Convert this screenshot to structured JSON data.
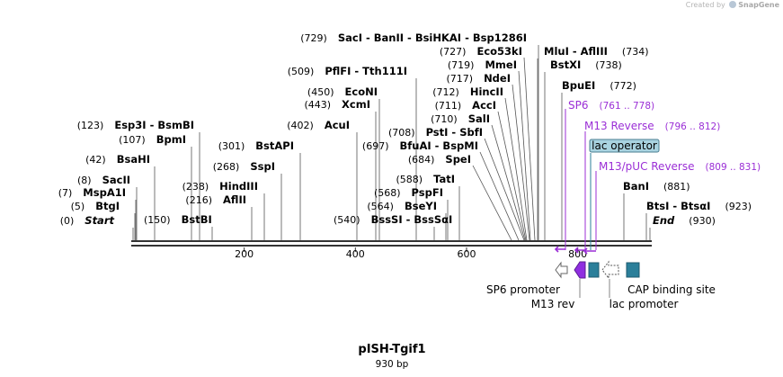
{
  "credit": {
    "prefix": "Created by",
    "brand": "SnapGene"
  },
  "plasmid": {
    "name": "pISH-Tgif1",
    "size": "930 bp"
  },
  "colors": {
    "primer": "#9b2fd6",
    "feature_teal": "#2b7f9a",
    "operator_fill": "#a9d3e0",
    "arrow_purple": "#8f2ee0"
  },
  "scale": {
    "ticks": [
      "200",
      "400",
      "600",
      "800"
    ]
  },
  "sites": [
    {
      "pos": "(0)",
      "name": "Start",
      "italic": true
    },
    {
      "pos": "(5)",
      "name": "BtgI"
    },
    {
      "pos": "(7)",
      "name": "MspA1I"
    },
    {
      "pos": "(8)",
      "name": "SacII"
    },
    {
      "pos": "(42)",
      "name": "BsaHI"
    },
    {
      "pos": "(107)",
      "name": "BpmI"
    },
    {
      "pos": "(123)",
      "name": "Esp3I  -  BsmBI"
    },
    {
      "pos": "(150)",
      "name": "BstBI",
      "pos_first": true
    },
    {
      "pos": "(216)",
      "name": "AflII"
    },
    {
      "pos": "(238)",
      "name": "HindIII"
    },
    {
      "pos": "(268)",
      "name": "SspI"
    },
    {
      "pos": "(301)",
      "name": "BstAPI"
    },
    {
      "pos": "(402)",
      "name": "AcuI"
    },
    {
      "pos": "(443)",
      "name": "XcmI"
    },
    {
      "pos": "(450)",
      "name": "EcoNI"
    },
    {
      "pos": "(509)",
      "name": "PflFI  -  Tth111I"
    },
    {
      "pos": "(729)",
      "name": "SacI  -  BanII  -  BsiHKAI  -  Bsp1286I"
    },
    {
      "pos": "(540)",
      "name": "BssSI  -  BssSαI",
      "pos_first": true
    },
    {
      "pos": "(564)",
      "name": "BseYI"
    },
    {
      "pos": "(568)",
      "name": "PspFI"
    },
    {
      "pos": "(588)",
      "name": "TatI"
    },
    {
      "pos": "(684)",
      "name": "SpeI"
    },
    {
      "pos": "(697)",
      "name": "BfuAI  -  BspMI"
    },
    {
      "pos": "(708)",
      "name": "PstI  -  SbfI"
    },
    {
      "pos": "(710)",
      "name": "SalI"
    },
    {
      "pos": "(711)",
      "name": "AccI"
    },
    {
      "pos": "(712)",
      "name": "HincII"
    },
    {
      "pos": "(717)",
      "name": "NdeI"
    },
    {
      "pos": "(719)",
      "name": "MmeI"
    },
    {
      "pos": "(727)",
      "name": "Eco53kI"
    },
    {
      "pos": "(734)",
      "name": "MluI  -  AflIII",
      "pos_after": true
    },
    {
      "pos": "(738)",
      "name": "BstXI",
      "pos_after": true
    },
    {
      "pos": "(772)",
      "name": "BpuEI",
      "pos_after": true
    },
    {
      "pos": "(881)",
      "name": "BanI",
      "pos_after": true
    },
    {
      "pos": "(923)",
      "name": "BtsI  -  BtsαI",
      "pos_after": true
    },
    {
      "pos": "(930)",
      "name": "End",
      "italic": true,
      "pos_after": true
    }
  ],
  "primers": [
    {
      "name": "SP6",
      "range": "(761 .. 778)"
    },
    {
      "name": "M13 Reverse",
      "range": "(796 .. 812)"
    },
    {
      "name": "lac operator",
      "range": ""
    },
    {
      "name": "M13/pUC Reverse",
      "range": "(809 .. 831)"
    }
  ],
  "features": [
    {
      "name": "SP6 promoter",
      "icon": "open-arrow-left"
    },
    {
      "name": "M13 rev",
      "icon": "purple-arrow-left"
    },
    {
      "name": "lac operator",
      "icon": "teal-box"
    },
    {
      "name": "lac promoter",
      "icon": "dashed-arrow-left"
    },
    {
      "name": "CAP binding site",
      "icon": "teal-box"
    }
  ]
}
